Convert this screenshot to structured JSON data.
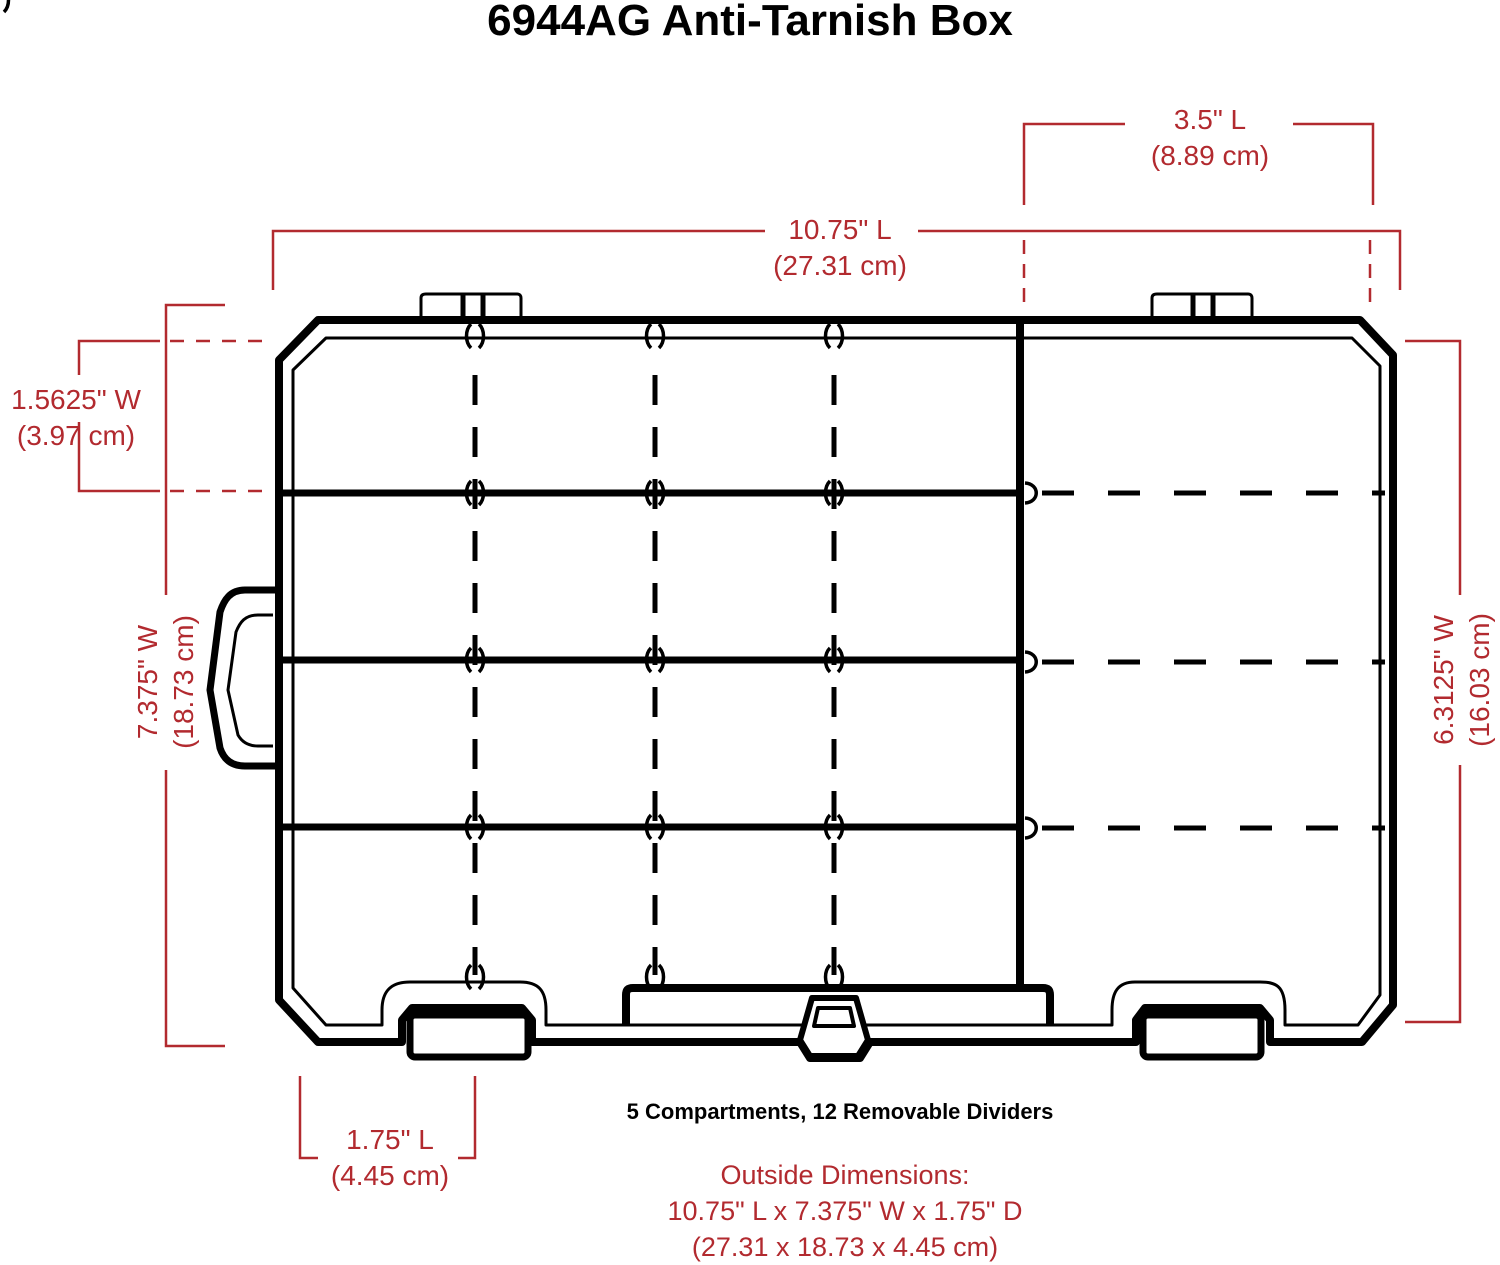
{
  "title": "6944AG Anti-Tarnish Box",
  "colors": {
    "dimension": "#b22a2f",
    "outline": "#000000",
    "background": "#ffffff"
  },
  "dimensions": {
    "compartment_length": {
      "in": "3.5\" L",
      "cm": "(8.89 cm)"
    },
    "overall_length": {
      "in": "10.75\" L",
      "cm": "(27.31 cm)"
    },
    "row_width": {
      "in": "1.5625\" W",
      "cm": "(3.97 cm)"
    },
    "overall_width": {
      "in": "7.375\" W",
      "cm": "(18.73 cm)"
    },
    "inner_width": {
      "in": "6.3125\" W",
      "cm": "(16.03 cm)"
    },
    "column_length": {
      "in": "1.75\" L",
      "cm": "(4.45 cm)"
    }
  },
  "features": "5 Compartments, 12 Removable Dividers",
  "outside_dimensions": {
    "heading": "Outside Dimensions:",
    "imperial": "10.75\" L x 7.375\" W x 1.75\" D",
    "metric": "(27.31 x 18.73 x 4.45 cm)"
  }
}
